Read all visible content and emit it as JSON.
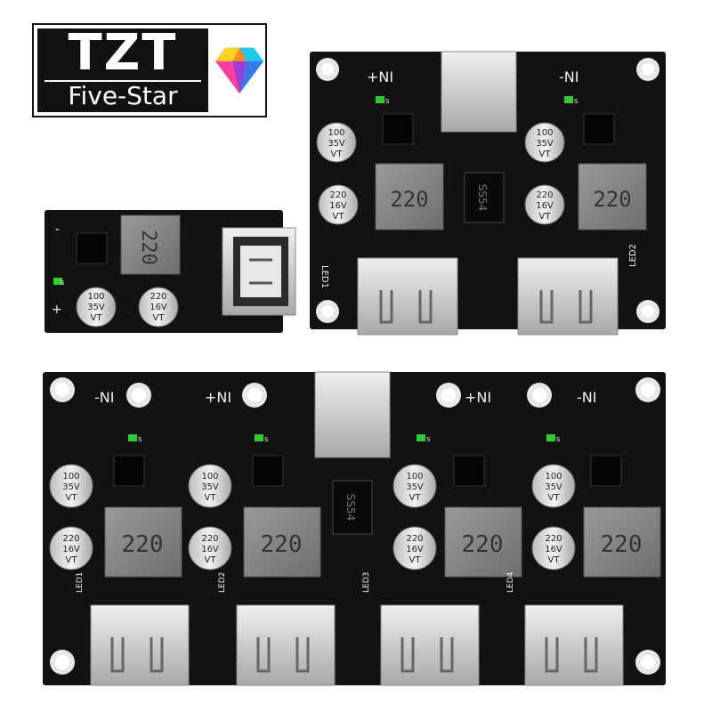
{
  "logo": {
    "line1": "TZT",
    "line2": "Five-Star",
    "gem": "diamond-gem-icon"
  },
  "colors": {
    "background": "#ffffff",
    "pcb": "#121212",
    "silkscreen": "#f2f2f2",
    "metal": "#c9c9c9",
    "inductor": "#8c8c8c",
    "capacitor": "#d9d9d9",
    "gem_pink": "#ff3fa0",
    "gem_yellow": "#ffd21f",
    "gem_cyan": "#22c8e8",
    "gem_purple": "#9b3fd8",
    "gem_blue": "#3b78e7"
  },
  "board_small": {
    "inductor": "220",
    "cap_a": [
      "100",
      "35V",
      "VT"
    ],
    "cap_b": [
      "220",
      "16V",
      "VT"
    ],
    "plus": "+",
    "minus": "-",
    "s": "S"
  },
  "board_medium": {
    "in_plus": "+NI",
    "in_minus": "-NI",
    "inductors": [
      "220",
      "220"
    ],
    "diode": "SS54",
    "cap_a": [
      "100",
      "35V",
      "VT"
    ],
    "cap_b": [
      "220",
      "16V",
      "VT"
    ],
    "led1": "LED1",
    "led2": "LED2",
    "s": "S"
  },
  "board_large": {
    "labels": [
      "-NI",
      "+NI",
      "+NI",
      "-NI"
    ],
    "inductors": [
      "220",
      "220",
      "220",
      "220"
    ],
    "diode": "SS54",
    "cap_a": [
      "100",
      "35V",
      "VT"
    ],
    "cap_b": [
      "220",
      "16V",
      "VT"
    ],
    "leds": [
      "LED1",
      "LED2",
      "LED3",
      "LED4"
    ],
    "s": "S"
  }
}
